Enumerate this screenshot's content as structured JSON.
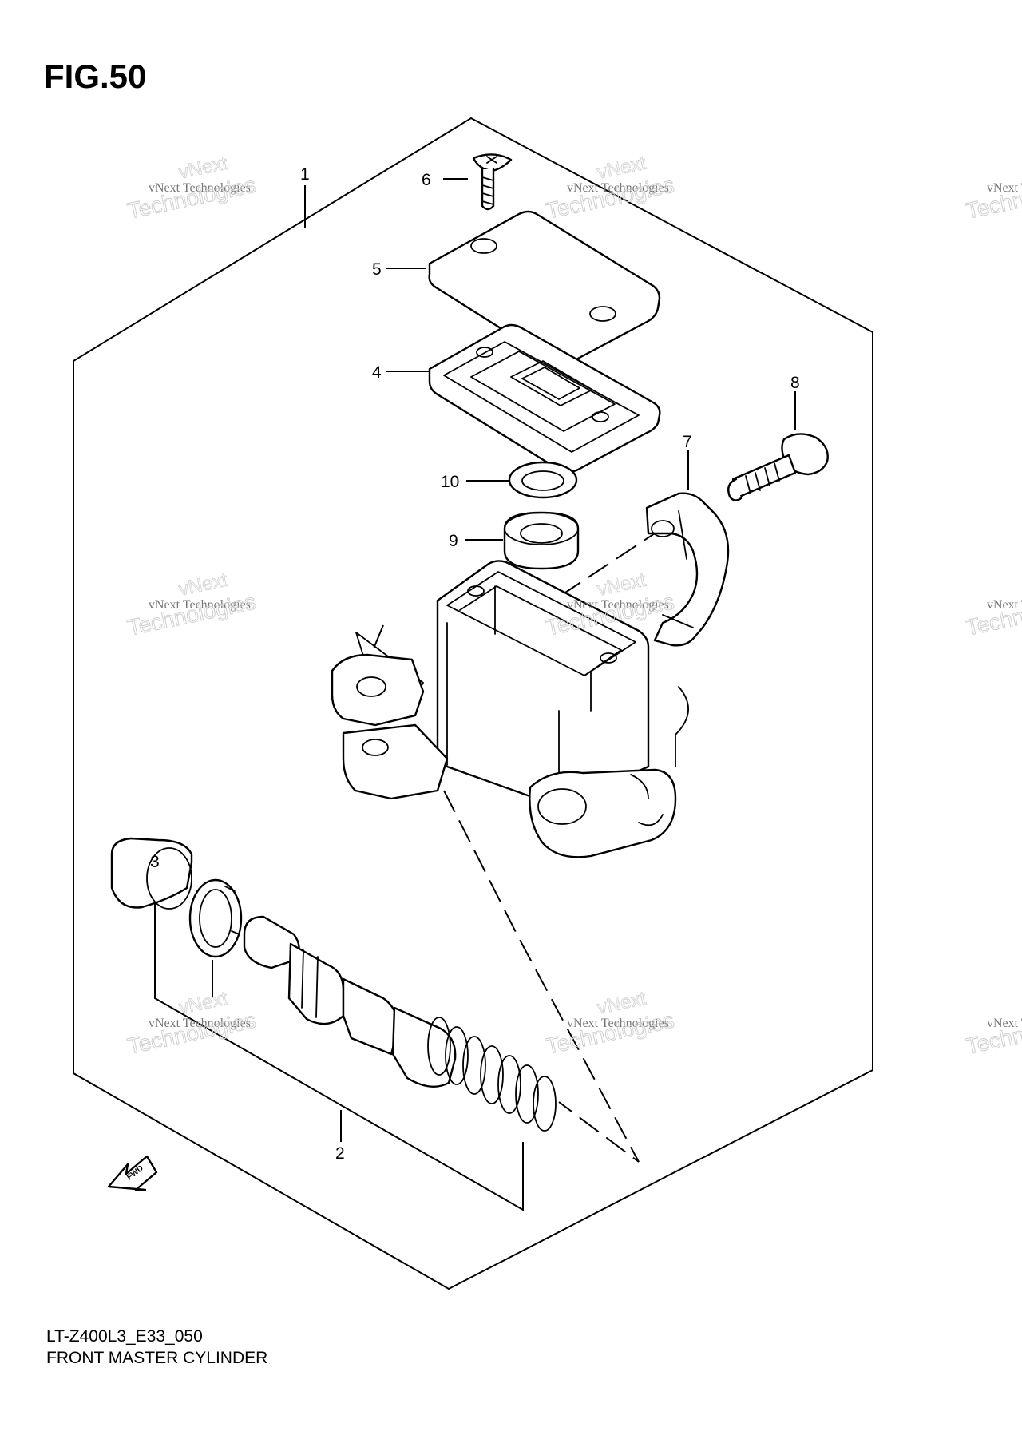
{
  "figure": {
    "title": "FIG.50",
    "model_code": "LT-Z400L3_E33_050",
    "part_name": "FRONT MASTER CYLINDER"
  },
  "callouts": [
    {
      "id": "1",
      "label": "1"
    },
    {
      "id": "2",
      "label": "2"
    },
    {
      "id": "3",
      "label": "3"
    },
    {
      "id": "4",
      "label": "4"
    },
    {
      "id": "5",
      "label": "5"
    },
    {
      "id": "6",
      "label": "6"
    },
    {
      "id": "7",
      "label": "7"
    },
    {
      "id": "8",
      "label": "8"
    },
    {
      "id": "9",
      "label": "9"
    },
    {
      "id": "10",
      "label": "10"
    }
  ],
  "direction_arrow": {
    "label": "FWD"
  },
  "watermark": {
    "line1": "vNext Technologies",
    "line2": "vNext",
    "line3": "Technologies"
  }
}
